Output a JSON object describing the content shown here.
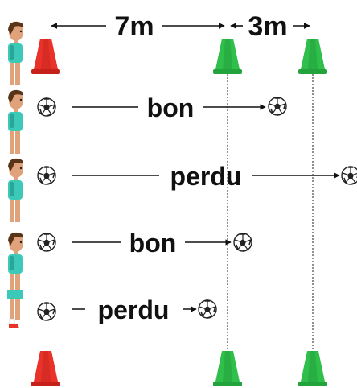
{
  "distances": {
    "first": "7m",
    "second": "3m"
  },
  "rows": [
    {
      "label": "bon"
    },
    {
      "label": "perdu"
    },
    {
      "label": "bon"
    },
    {
      "label": "perdu"
    }
  ],
  "colors": {
    "red_cone": "#e8322a",
    "green_cone": "#2fbf4a",
    "shirt": "#3cc9b8",
    "skin": "#e0a27a",
    "hair": "#5a3418",
    "ink": "#111111"
  }
}
